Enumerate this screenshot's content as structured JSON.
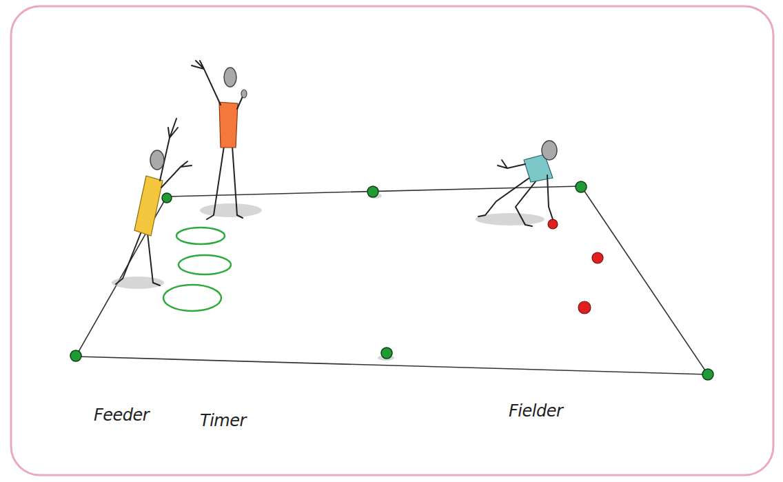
{
  "diagram": {
    "labels": [
      "Feeder",
      "Timer",
      "Fielder"
    ]
  }
}
